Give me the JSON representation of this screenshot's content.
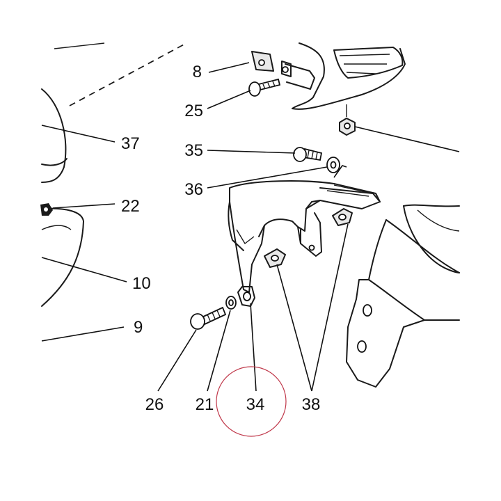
{
  "callouts": {
    "c8": "8",
    "c25": "25",
    "c37": "37",
    "c35": "35",
    "c22": "22",
    "c36": "36",
    "c10": "10",
    "c9": "9",
    "c26": "26",
    "c21": "21",
    "c34": "34",
    "c38": "38"
  },
  "highlight": {
    "target": "34",
    "color": "#c0394b"
  }
}
